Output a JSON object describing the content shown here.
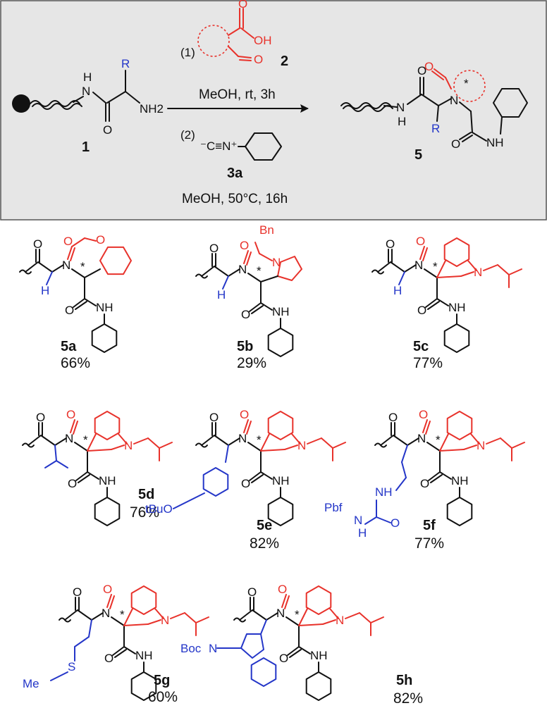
{
  "scheme": {
    "step1_label": "(1)",
    "step2_label": "(2)",
    "reagent1_number": "2",
    "reagent2_number": "3a",
    "step1_conditions": "MeOH, rt, 3h",
    "step2_conditions": "MeOH, 50°C, 16h",
    "start_number": "1",
    "product_number": "5",
    "atoms": {
      "O": "O",
      "OH": "OH",
      "N": "N",
      "H": "H",
      "NH": "NH",
      "NH2": "NH2",
      "R": "R",
      "isocyanide": "⁻C≡N⁺",
      "stereo": "*"
    }
  },
  "products": [
    {
      "label": "5a",
      "yield": "66%",
      "substituent": "H"
    },
    {
      "label": "5b",
      "yield": "29%",
      "substituent": "H",
      "extra": "Bn"
    },
    {
      "label": "5c",
      "yield": "77%",
      "substituent": "H"
    },
    {
      "label": "5d",
      "yield": "76%",
      "substituent": ""
    },
    {
      "label": "5e",
      "yield": "82%",
      "substituent": "tBuO"
    },
    {
      "label": "5f",
      "yield": "77%",
      "substituent": "Pbf"
    },
    {
      "label": "5g",
      "yield": "60%",
      "substituent": "MeS"
    },
    {
      "label": "5h",
      "yield": "82%",
      "substituent": "Boc"
    }
  ],
  "colors": {
    "scaffold": "#e8322b",
    "side_chain": "#2436c8",
    "bond": "#111111",
    "panel": "#e6e6e6"
  }
}
